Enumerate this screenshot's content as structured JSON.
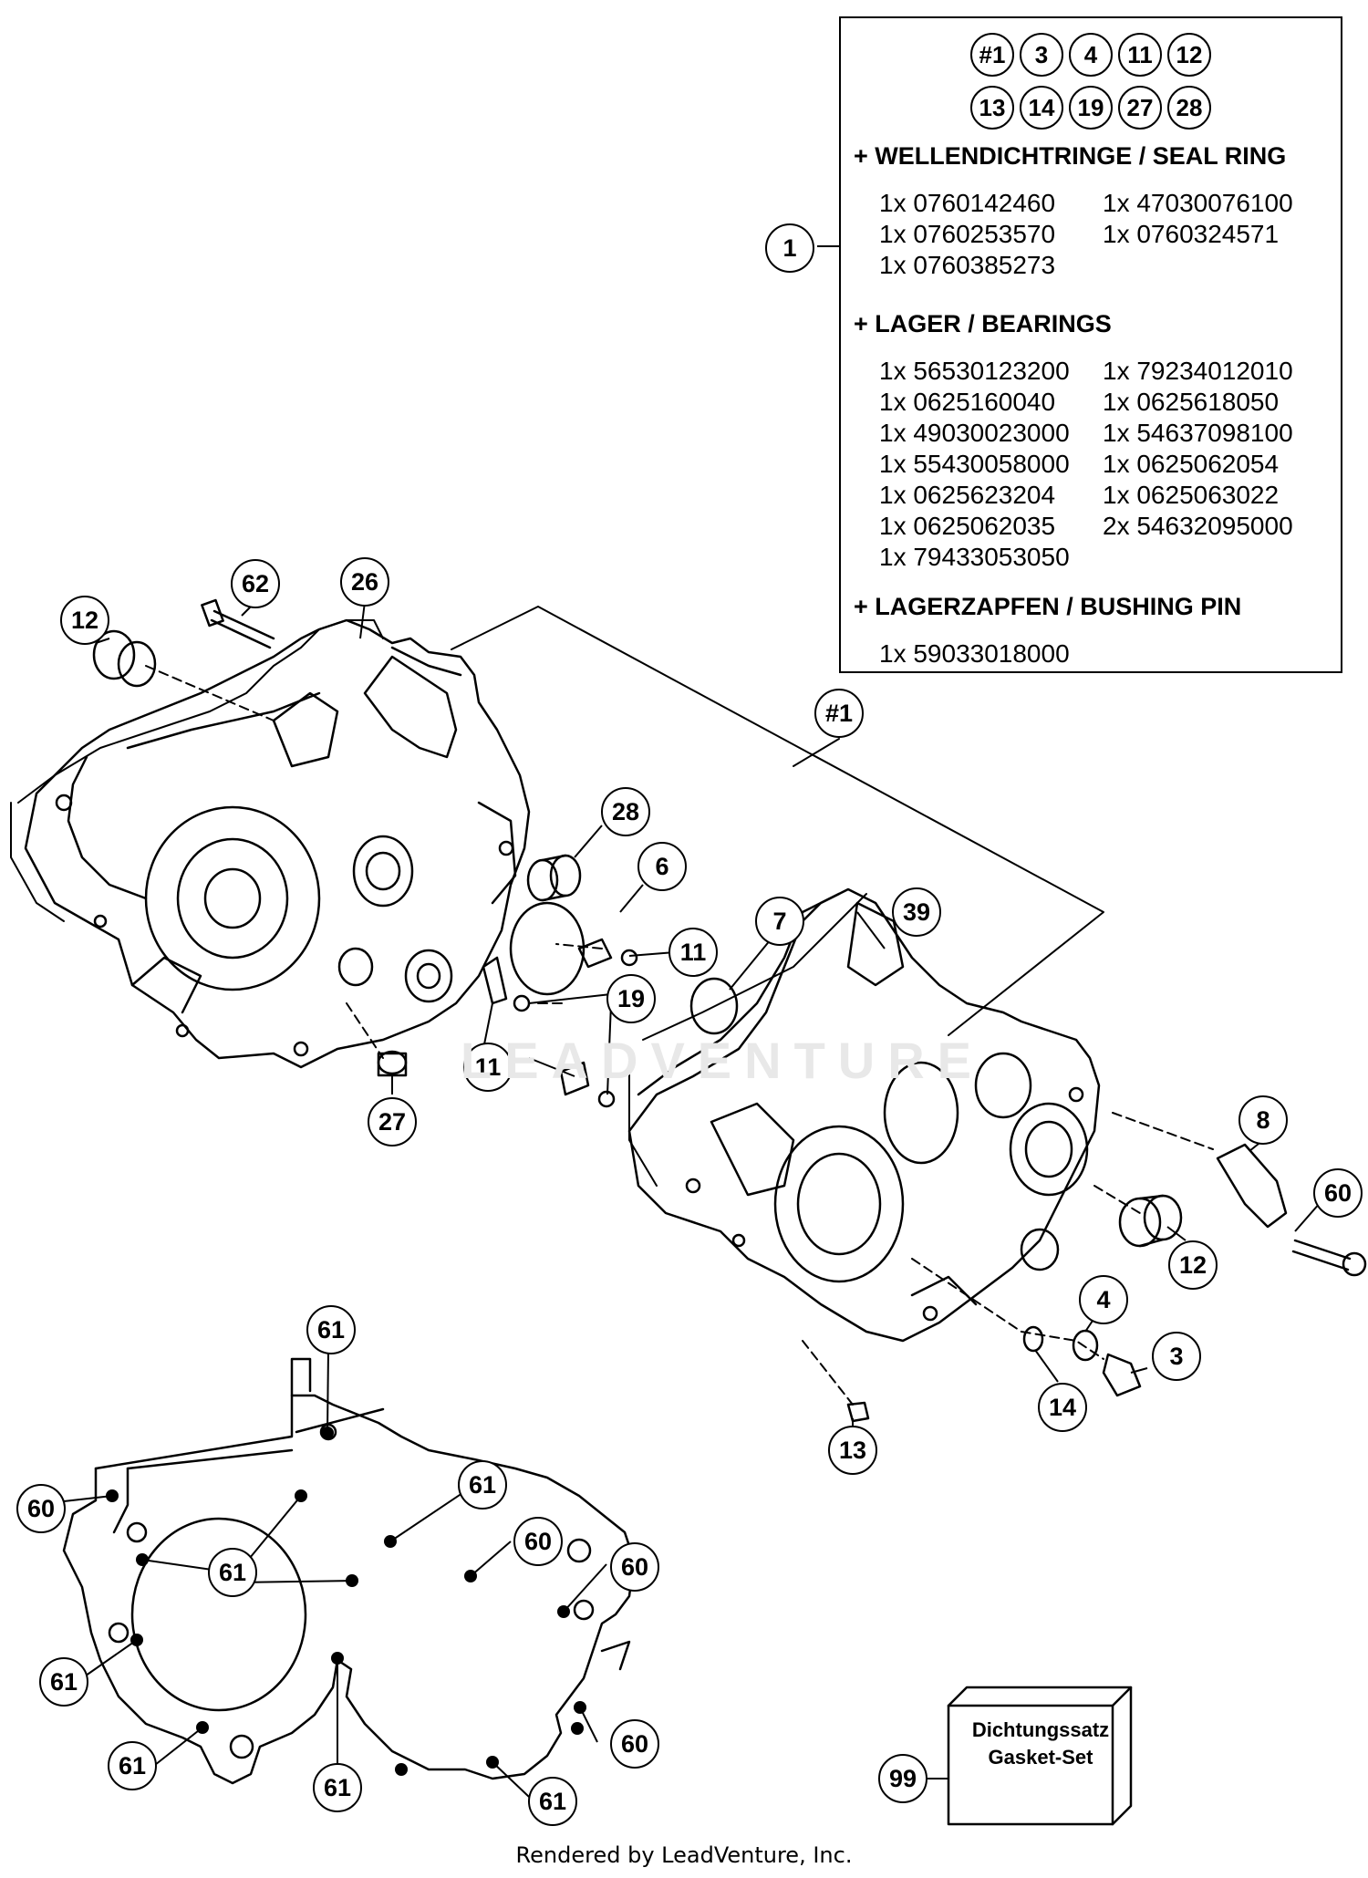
{
  "legend": {
    "badges_row1": [
      "#1",
      "3",
      "4",
      "11",
      "12"
    ],
    "badges_row2": [
      "13",
      "14",
      "19",
      "27",
      "28"
    ],
    "sections": [
      {
        "title": "+ WELLENDICHTRINGE / SEAL RING",
        "parts": [
          "1x 0760142460",
          "1x 47030076100",
          "1x 0760253570",
          "1x 0760324571",
          "1x 0760385273"
        ]
      },
      {
        "title": "+ LAGER / BEARINGS",
        "parts": [
          "1x 56530123200",
          "1x 79234012010",
          "1x 0625160040",
          "1x 0625618050",
          "1x 49030023000",
          "1x 54637098100",
          "1x 55430058000",
          "1x 0625062054",
          "1x 0625623204",
          "1x 0625063022",
          "1x 0625062035",
          "2x 54632095000",
          "1x 79433053050"
        ]
      },
      {
        "title": "+ LAGERZAPFEN / BUSHING PIN",
        "parts": [
          "1x 59033018000"
        ]
      }
    ]
  },
  "callouts": {
    "c1": "1",
    "c_assy": "#1",
    "c62": "62",
    "c26": "26",
    "c12a": "12",
    "c28": "28",
    "c6": "6",
    "c11a": "11",
    "c7": "7",
    "c39": "39",
    "c19": "19",
    "c11b": "11",
    "c27": "27",
    "c8": "8",
    "c60a": "60",
    "c12b": "12",
    "c4": "4",
    "c3": "3",
    "c14": "14",
    "c13": "13",
    "c61a": "61",
    "c60b": "60",
    "c61b": "61",
    "c61c": "61",
    "c60c": "60",
    "c60d": "60",
    "c61d": "61",
    "c60e": "60",
    "c61e": "61",
    "c61f": "61",
    "c61g": "61",
    "c99": "99"
  },
  "gasket_set": {
    "line1": "Dichtungssatz",
    "line2": "Gasket-Set"
  },
  "footer": "Rendered by LeadVenture, Inc."
}
